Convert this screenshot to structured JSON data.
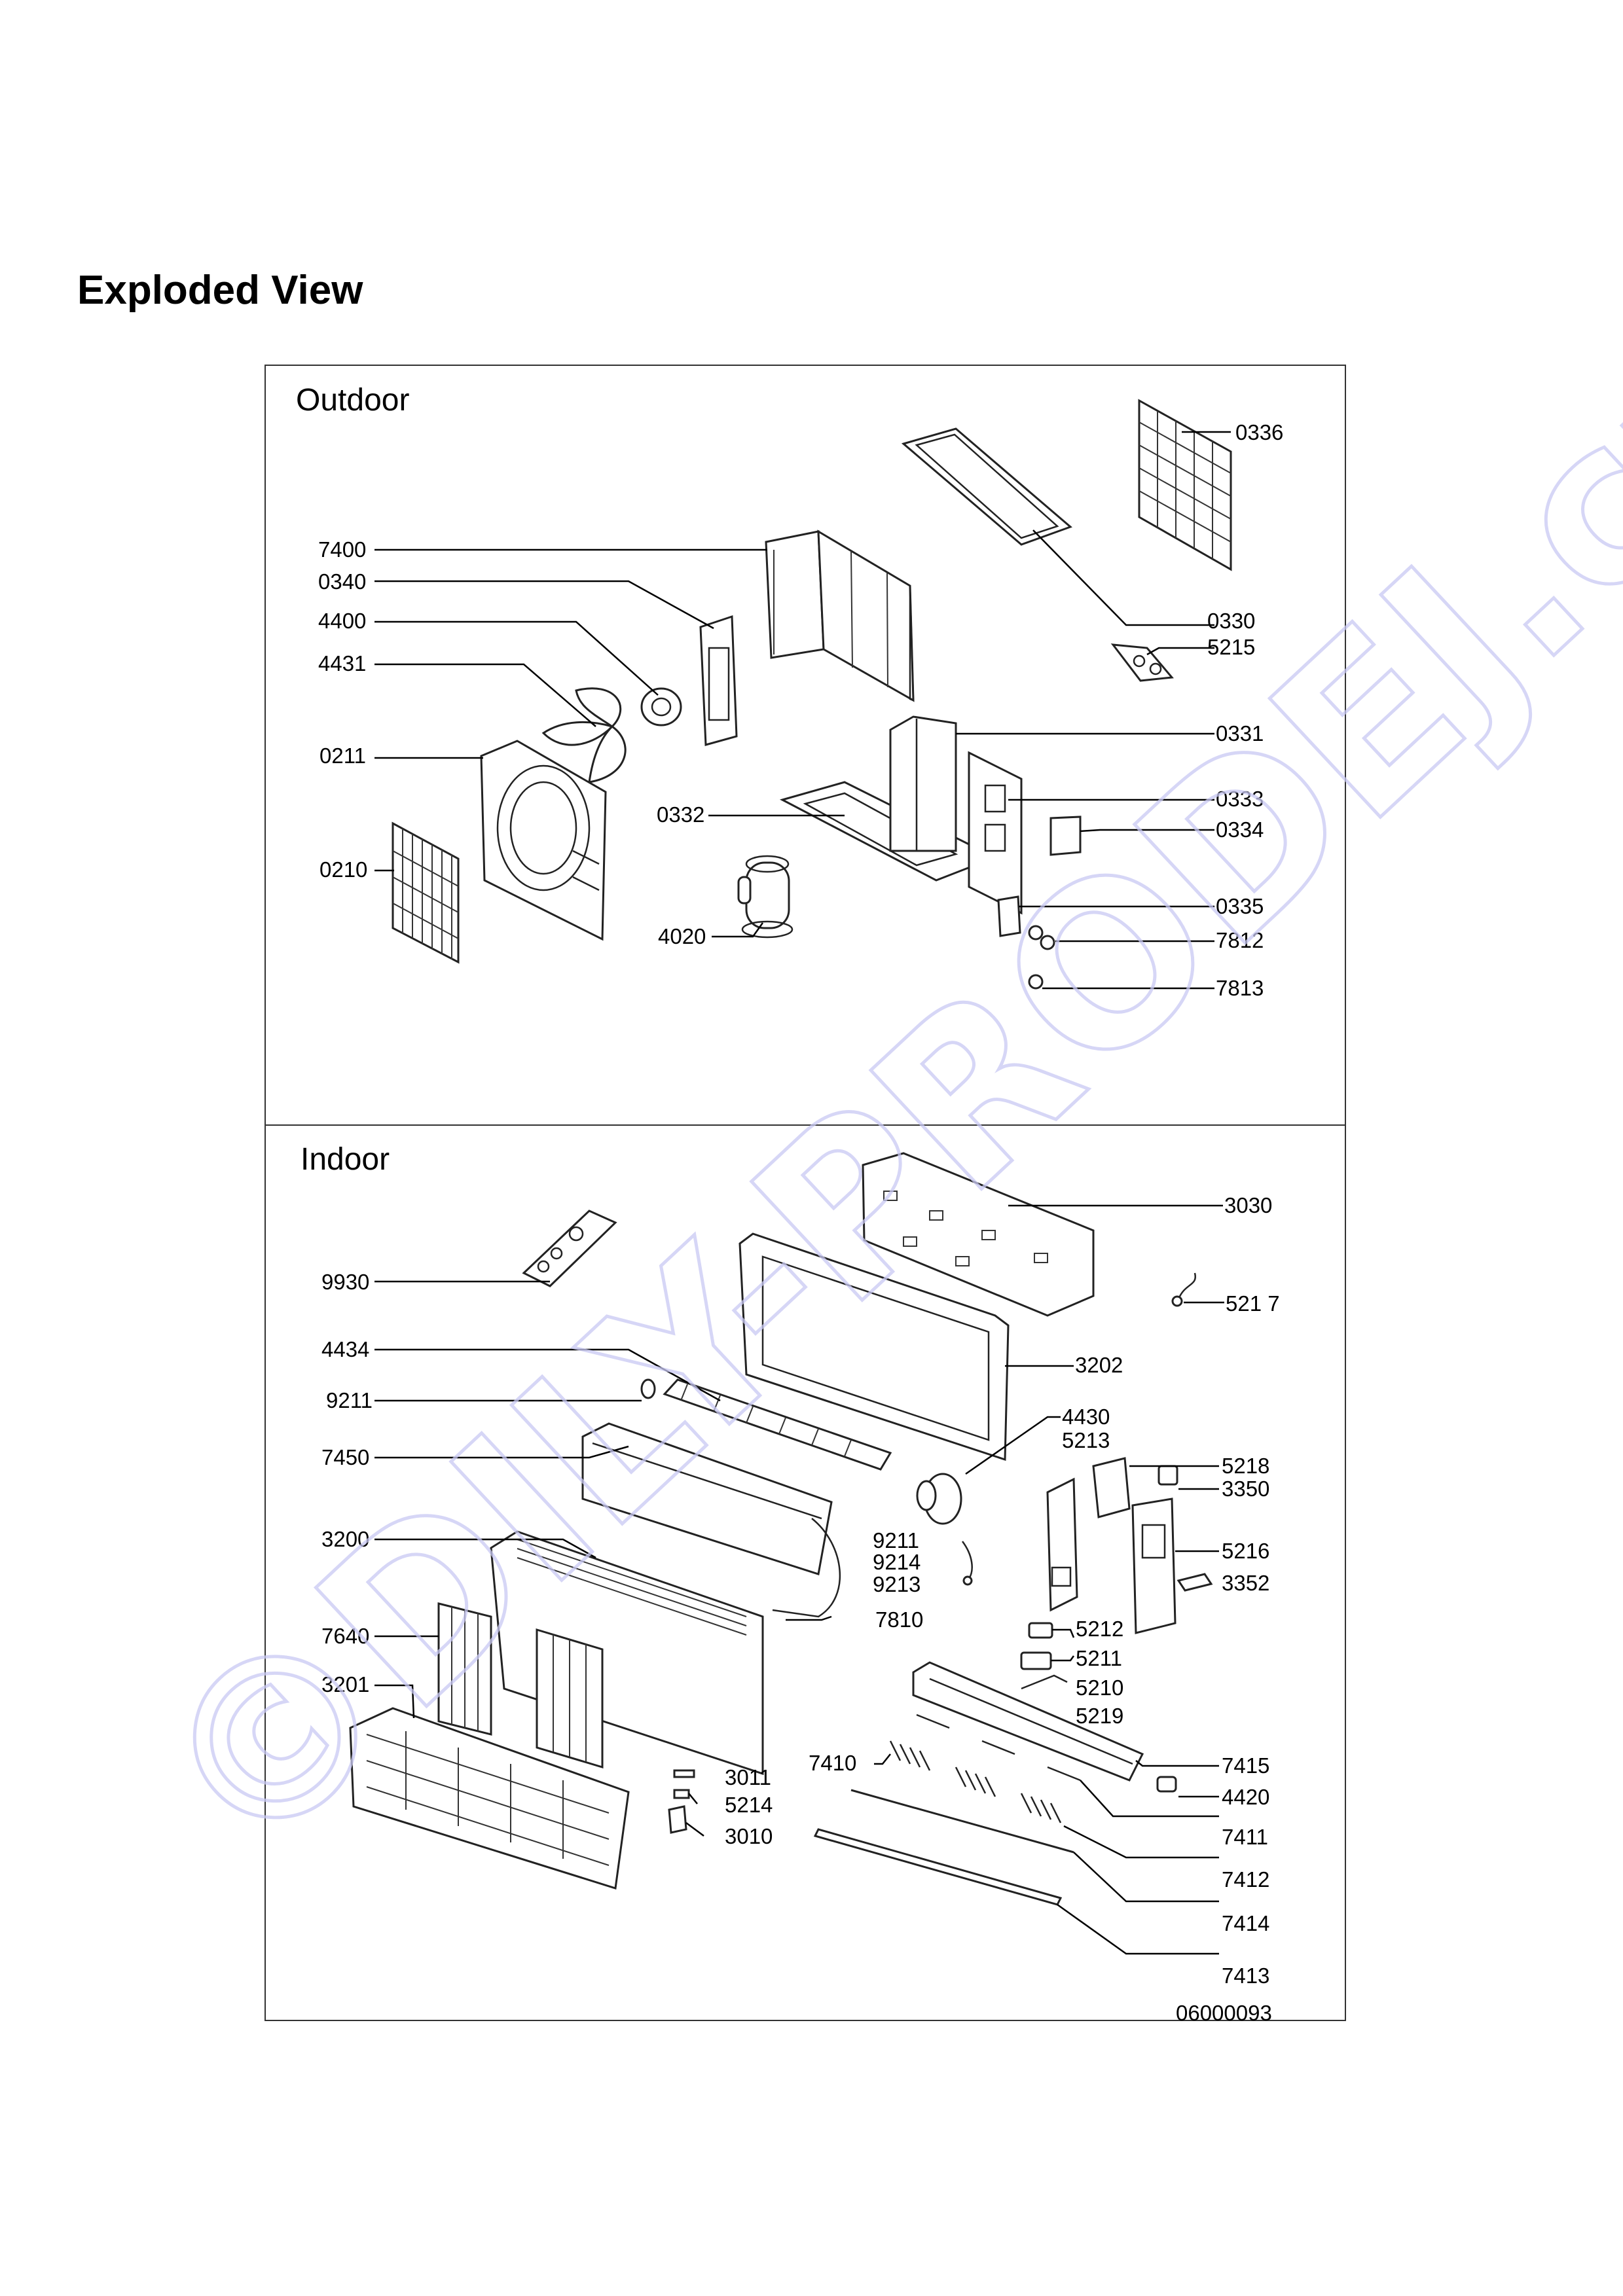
{
  "heading": "Exploded View",
  "outdoor": {
    "title": "Outdoor",
    "labels": {
      "l0336": "0336",
      "l7400": "7400",
      "l0340": "0340",
      "l4400": "4400",
      "l4431": "4431",
      "l0330": "0330",
      "l5215": "5215",
      "l0211": "0211",
      "l0331": "0331",
      "l0332": "0332",
      "l0333": "0333",
      "l0334": "0334",
      "l0210": "0210",
      "l0335": "0335",
      "l4020": "4020",
      "l7812": "7812",
      "l7813": "7813"
    }
  },
  "indoor": {
    "title": "Indoor",
    "labels": {
      "l3030": "3030",
      "l9930": "9930",
      "l5217": "521 7",
      "l4434": "4434",
      "l3202": "3202",
      "l9211a": "9211",
      "l4430": "4430",
      "l5213": "5213",
      "l7450": "7450",
      "l5218": "5218",
      "l3350": "3350",
      "l3200": "3200",
      "l9211b": "9211",
      "l9214": "9214",
      "l9213": "9213",
      "l5216": "5216",
      "l3352": "3352",
      "l7810": "7810",
      "l7640": "7640",
      "l5212": "5212",
      "l5211": "5211",
      "l3201": "3201",
      "l5210": "5210",
      "l5219": "5219",
      "l7410": "7410",
      "l7415": "7415",
      "l3011": "3011",
      "l4420": "4420",
      "l5214": "5214",
      "l3010": "3010",
      "l7411": "7411",
      "l7412": "7412",
      "l7414": "7414",
      "l7413": "7413"
    },
    "drawing_code": "06000093"
  },
  "watermark": "©DILY-PRODEJ.cz"
}
